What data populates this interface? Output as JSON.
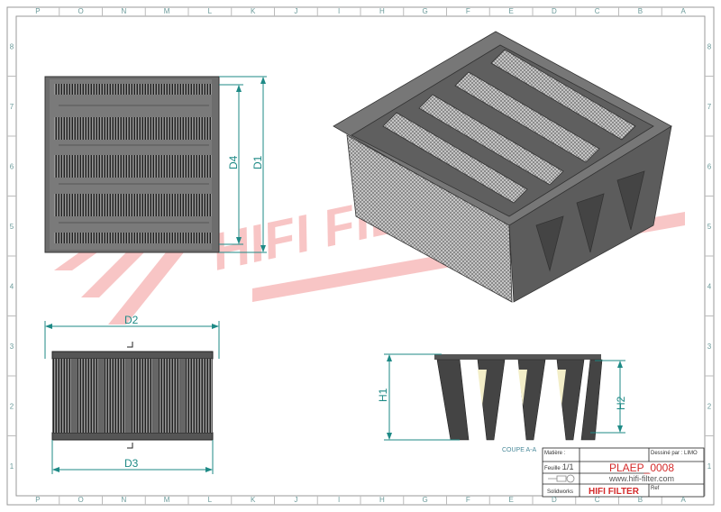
{
  "border": {
    "columns": [
      "P",
      "O",
      "N",
      "M",
      "L",
      "K",
      "J",
      "I",
      "H",
      "G",
      "F",
      "E",
      "D",
      "C",
      "B",
      "A"
    ],
    "rows": [
      "8",
      "7",
      "6",
      "5",
      "4",
      "3",
      "2",
      "1"
    ]
  },
  "dimensions": {
    "d1": "D1",
    "d2": "D2",
    "d3": "D3",
    "d4": "D4",
    "h1": "H1",
    "h2": "H2"
  },
  "section_label": "COUPE A-A",
  "watermark": "HIFI FILTER",
  "title_block": {
    "material": "Matière :",
    "drawn_by": "Dessiné par : LIMO",
    "sheet_label": "Feuille :",
    "sheet_value": "1/1",
    "part_number": "PLAEP_0008",
    "website": "www.hifi-filter.com",
    "software": "Solidworks",
    "brand": "HIFI FILTER",
    "ref": "Ref"
  },
  "colors": {
    "dimension": "#1e8a86",
    "brand": "#d42a2a",
    "frame": "#555555"
  }
}
